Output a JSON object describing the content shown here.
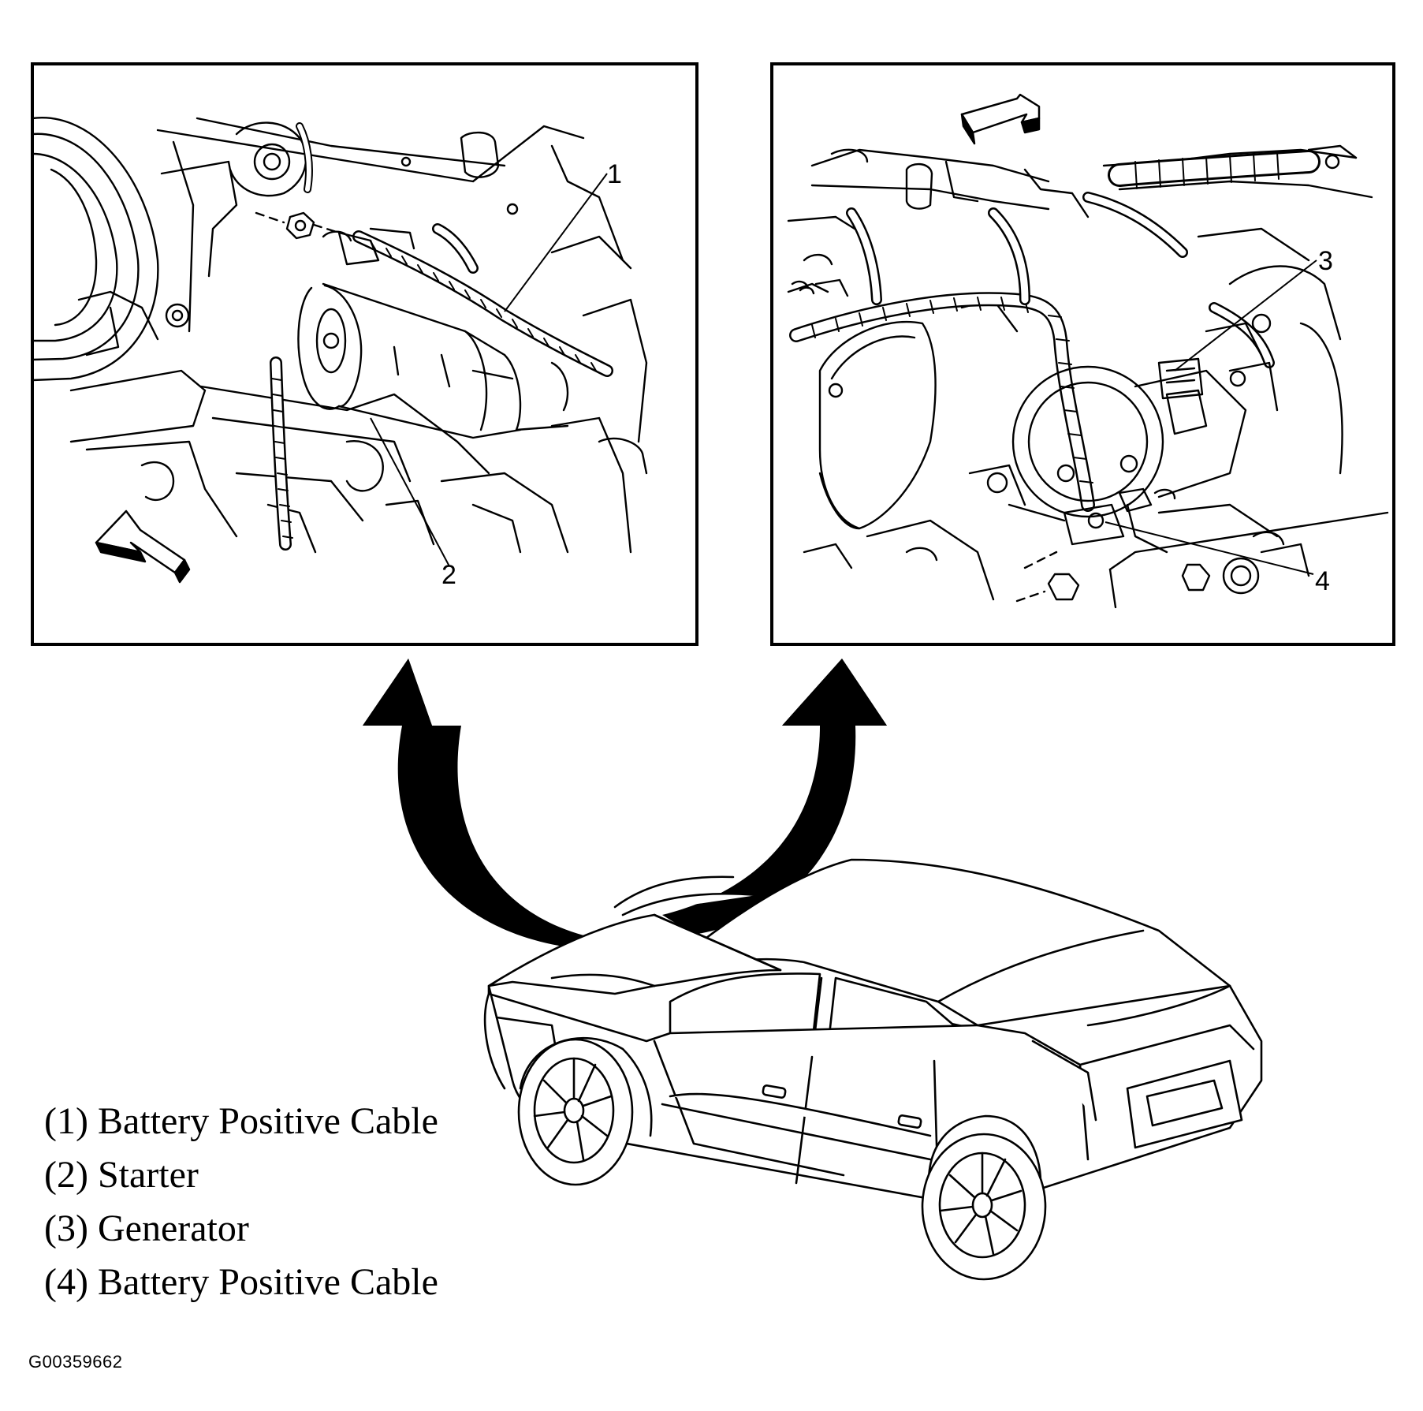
{
  "callouts": {
    "c1": "1",
    "c2": "2",
    "c3": "3",
    "c4": "4"
  },
  "legend": [
    "(1) Battery Positive Cable",
    "(2) Starter",
    "(3) Generator",
    "(4) Battery Positive Cable"
  ],
  "figure_id": "G00359662",
  "icons": {
    "direction_arrow": "hollow-forward-arrow-icon",
    "location_arrow": "curved-pointer-arrow-icon"
  },
  "colors": {
    "ink": "#000000",
    "background": "#ffffff"
  }
}
